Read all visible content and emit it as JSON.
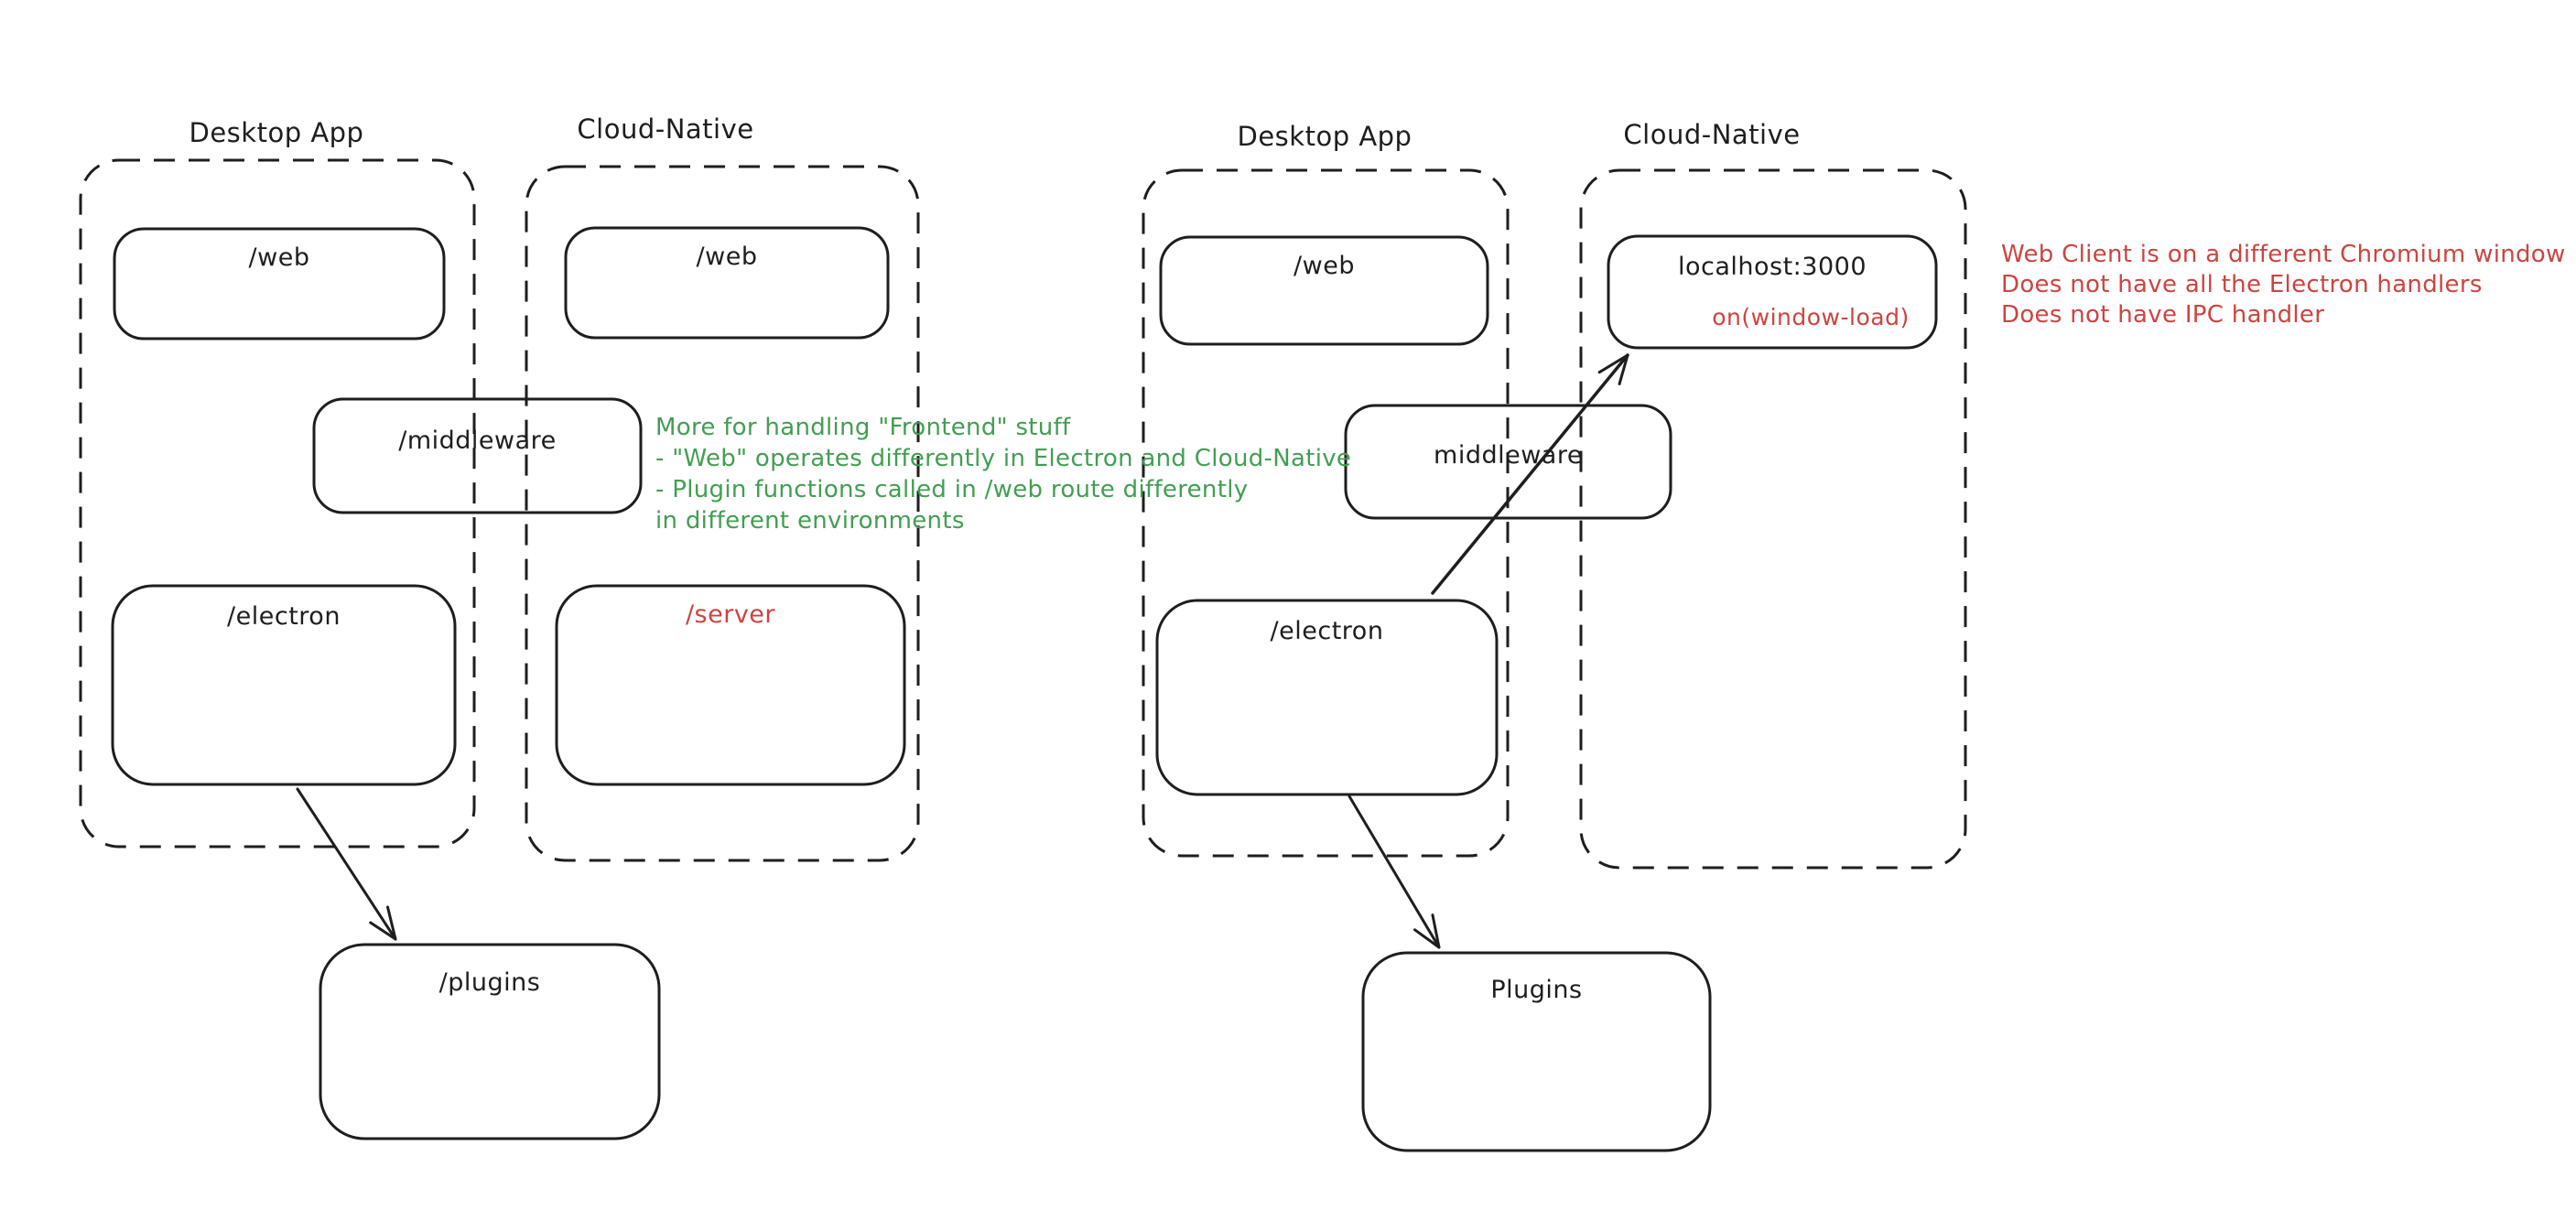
{
  "colors": {
    "stroke": "#1e1e1e",
    "green": "#429e52",
    "red": "#cc4440",
    "background": "#ffffff"
  },
  "left_diagram": {
    "desktop_group": {
      "label": "Desktop App"
    },
    "cloud_group": {
      "label": "Cloud-Native"
    },
    "nodes": {
      "web_desktop": "/web",
      "web_cloud": "/web",
      "middleware": "/middleware",
      "electron": "/electron",
      "server": "/server",
      "plugins": "/plugins"
    },
    "green_note": {
      "lines": [
        "More for handling \"Frontend\" stuff",
        "- \"Web\" operates differently in Electron and Cloud-Native",
        "- Plugin functions called in /web route differently",
        "in different environments"
      ]
    }
  },
  "right_diagram": {
    "desktop_group": {
      "label": "Desktop App"
    },
    "cloud_group": {
      "label": "Cloud-Native"
    },
    "nodes": {
      "web": "/web",
      "middleware": "middleware",
      "electron": "/electron",
      "localhost": "localhost:3000",
      "window_load": "on(window-load)",
      "plugins": "Plugins"
    },
    "red_note": {
      "lines": [
        "Web Client is on a different Chromium window",
        "Does not have all the Electron handlers",
        "Does not have IPC handler"
      ]
    }
  }
}
